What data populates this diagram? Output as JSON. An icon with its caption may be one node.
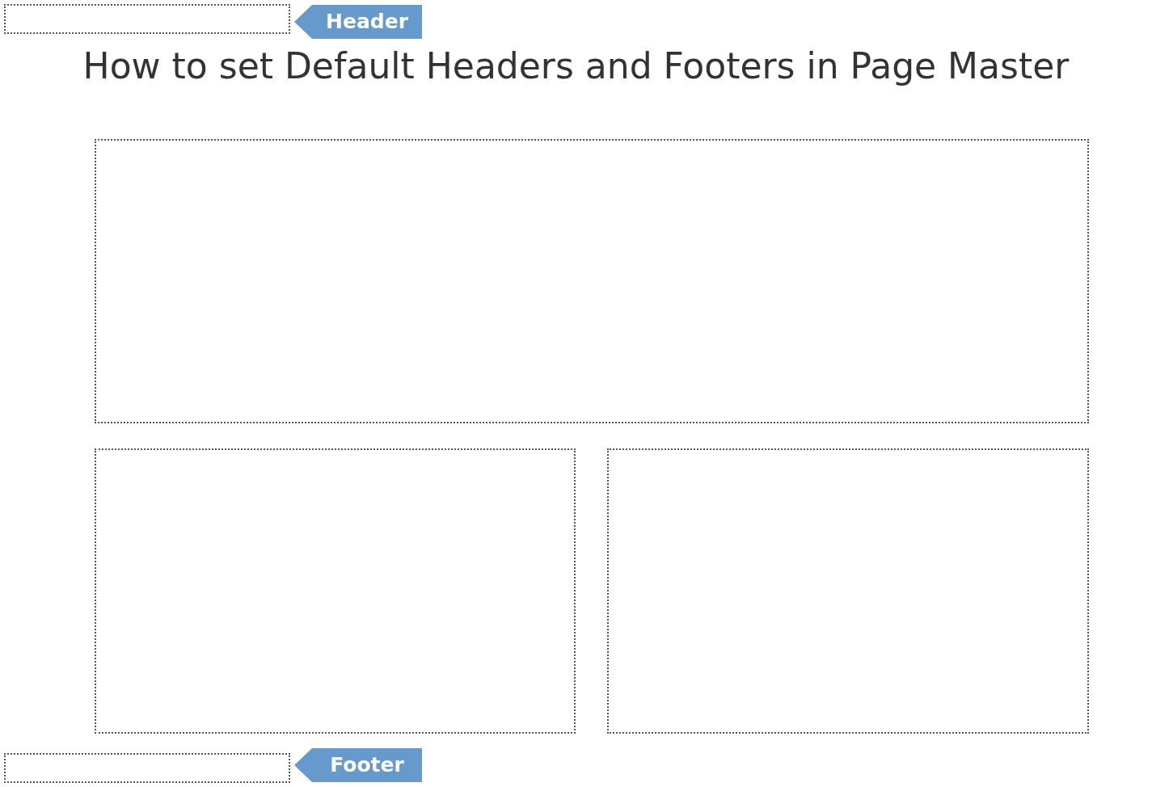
{
  "diagram": {
    "title": "How to set Default Headers and Footers in Page Master",
    "nodes": [
      {
        "text": [],
        "shape": "box"
      },
      {
        "text": [
          "Header"
        ]
      },
      {
        "text": [],
        "shape": "box"
      },
      {
        "text": [],
        "shape": "box"
      },
      {
        "text": [],
        "shape": "box"
      },
      {
        "text": [],
        "shape": "box"
      },
      {
        "text": [
          "Footer"
        ]
      }
    ]
  }
}
